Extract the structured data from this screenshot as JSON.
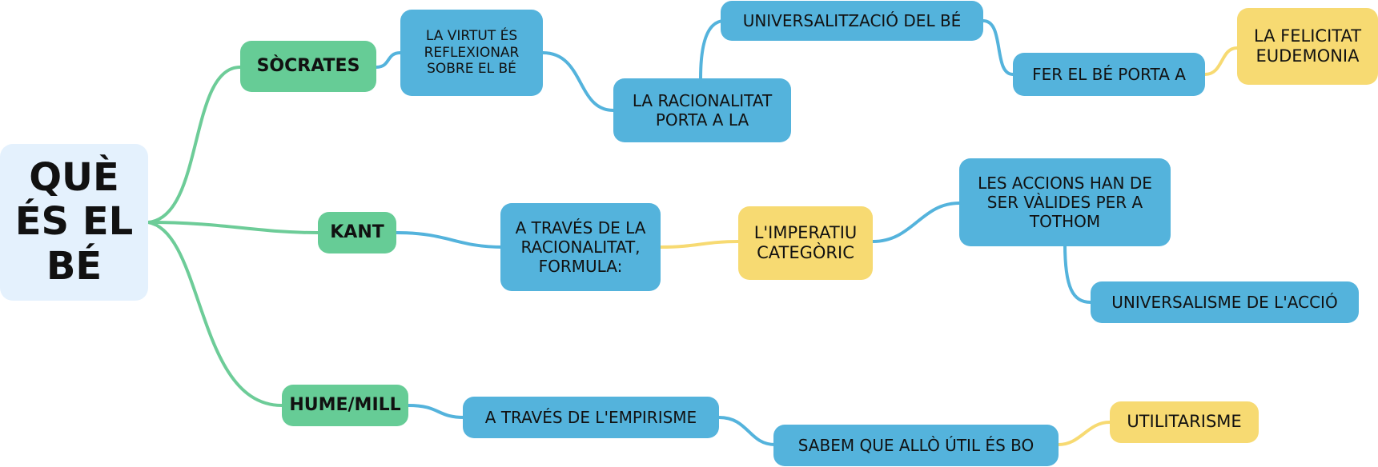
{
  "colors": {
    "root_bg": "#e4f1fd",
    "green": "#66cc96",
    "blue": "#54b3dc",
    "yellow": "#f7da72",
    "link_green": "#6dcc98",
    "link_blue": "#54b3dc",
    "link_yellow": "#f7da72"
  },
  "root": {
    "label": "QUÈ ÉS EL BÉ"
  },
  "socrates": {
    "label": "SÒCRATES",
    "virtut": "LA VIRTUT ÉS REFLEXIONAR SOBRE EL BÉ",
    "racionalitat": "LA RACIONALITAT PORTA A LA",
    "universalitzacio": "UNIVERSALITZACIÓ DEL BÉ",
    "fer_be": "FER EL BÉ PORTA A",
    "felicitat": "LA FELICITAT EUDEMONIA"
  },
  "kant": {
    "label": "KANT",
    "racionalitat": "A TRAVÉS DE LA RACIONALITAT, FORMULA:",
    "imperatiu": "L'IMPERATIU CATEGÒRIC",
    "accions": "LES ACCIONS HAN DE SER VÀLIDES PER A TOTHOM",
    "universalisme": "UNIVERSALISME DE L'ACCIÓ"
  },
  "hume_mill": {
    "label": "HUME/MILL",
    "empirisme": "A TRAVÉS DE L'EMPIRISME",
    "util": "SABEM QUE ALLÒ ÚTIL ÉS BO",
    "utilitarisme": "UTILITARISME"
  }
}
